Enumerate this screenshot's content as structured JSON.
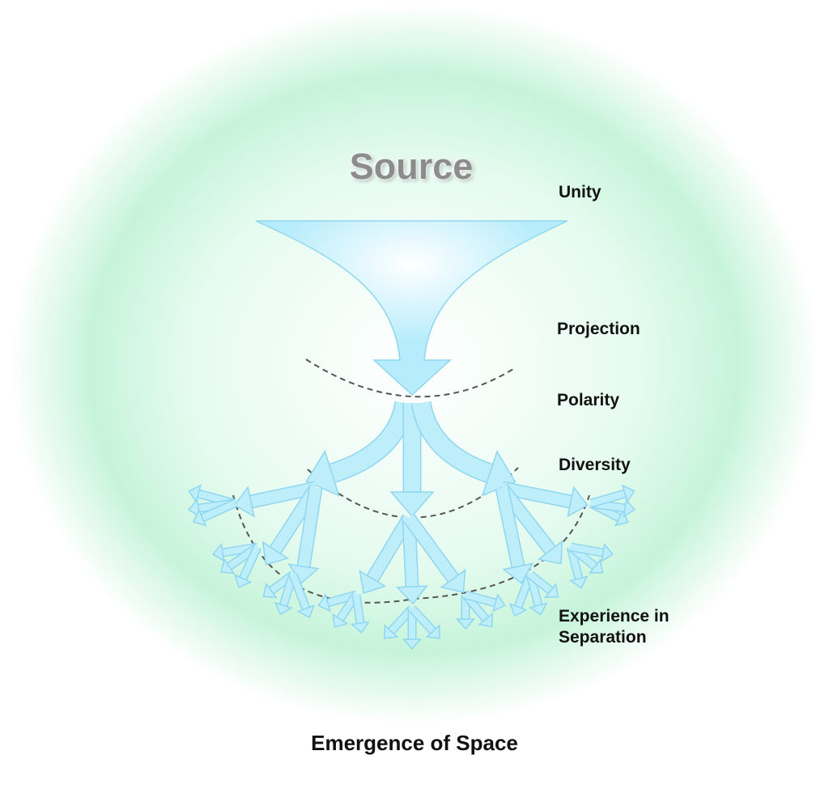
{
  "title": "Source",
  "levels": {
    "unity": "Unity",
    "projection": "Projection",
    "polarity": "Polarity",
    "diversity": "Diversity",
    "experience_line1": "Experience in",
    "experience_line2": "Separation"
  },
  "caption": "Emergence of Space",
  "colors": {
    "glow": "#c8f5dc",
    "arrow_fill": "#bfeefb",
    "arrow_stroke": "#8fd6f0",
    "dashed": "#555555"
  },
  "icons": [
    "funnel-icon",
    "arrow-icon"
  ]
}
